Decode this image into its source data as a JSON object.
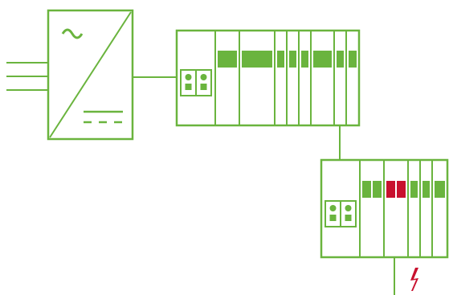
{
  "colors": {
    "line": "#6ab43e",
    "module_fill": "#6ab43e",
    "fault": "#c8102e",
    "background": "#ffffff"
  },
  "power_supply": {
    "symbols": [
      "ac-wave-icon",
      "dc-symbol-icon"
    ],
    "input_lines": 3
  },
  "upper_rack": {
    "connector_pairs": 2,
    "modules": [
      {
        "state": "ok"
      },
      {
        "state": "ok"
      },
      {
        "state": "ok"
      },
      {
        "state": "ok"
      },
      {
        "state": "ok"
      },
      {
        "state": "ok"
      },
      {
        "state": "ok"
      },
      {
        "state": "ok"
      },
      {
        "state": "ok"
      }
    ]
  },
  "lower_rack": {
    "connector_pairs": 2,
    "modules": [
      {
        "state": "ok"
      },
      {
        "state": "ok"
      },
      {
        "state": "fault"
      },
      {
        "state": "fault"
      },
      {
        "state": "ok"
      },
      {
        "state": "ok"
      },
      {
        "state": "ok"
      }
    ]
  },
  "fault_indicator": {
    "icon": "lightning-icon"
  }
}
